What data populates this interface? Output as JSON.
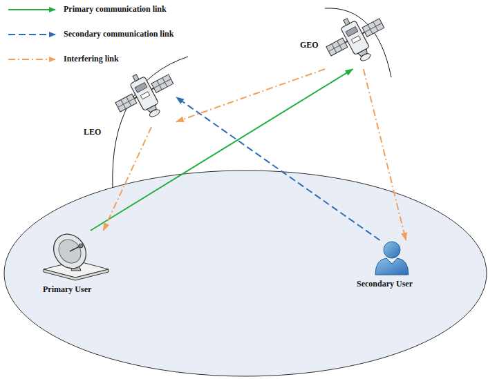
{
  "diagram": {
    "nodes": [
      {
        "text": [
          "GEO"
        ]
      },
      {
        "text": [
          "LEO"
        ]
      },
      {
        "text": [
          "Primary User"
        ]
      },
      {
        "text": [
          "Secondary User"
        ]
      }
    ],
    "edges": [
      {
        "from": 2,
        "to": 0,
        "arrow": "to"
      },
      {
        "from": 3,
        "to": 1,
        "arrow": "to"
      },
      {
        "from": 0,
        "to": 1,
        "arrow": "to"
      },
      {
        "from": 1,
        "to": 2,
        "arrow": "to"
      },
      {
        "from": 0,
        "to": 3,
        "arrow": "to"
      }
    ],
    "legend": [
      {
        "text": "Primary communication link"
      },
      {
        "text": "Secondary communication link"
      },
      {
        "text": "Interfering link"
      }
    ]
  }
}
